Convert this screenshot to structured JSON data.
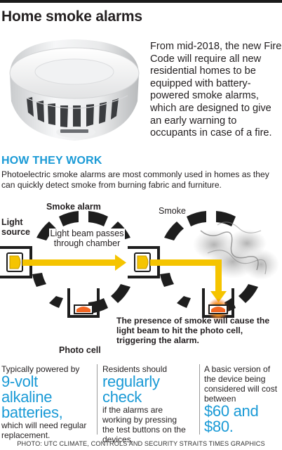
{
  "title": "Home smoke alarms",
  "intro": "From mid-2018, the new Fire Code will require all new residential homes to be equipped with battery-powered smoke alarms, which are designed to give an early warning to occupants in case of a fire.",
  "section": {
    "heading": "HOW THEY WORK",
    "subtitle": "Photoelectric smoke alarms are most commonly used in homes as they can quickly detect smoke from burning fabric and furniture."
  },
  "diagram": {
    "smoke_alarm_label": "Smoke alarm",
    "light_source_label": "Light source",
    "beam_label": "Light beam passes through chamber",
    "smoke_label": "Smoke",
    "photo_cell_label": "Photo cell",
    "presence_caption": "The presence of smoke will cause the light beam to hit the photo cell, triggering the alarm.",
    "device_brand": "",
    "beam_color": "#f5c400",
    "cell_color": "#f26522"
  },
  "facts": [
    {
      "pre": "Typically powered by",
      "big": "9-volt alkaline batteries,",
      "post": "which will need regular replacement."
    },
    {
      "pre": "Residents should",
      "big": "regularly check",
      "post": "if the alarms are working by pressing the test buttons on the devices."
    },
    {
      "pre": "A basic version of the device being considered will cost between",
      "big": "$60 and $80.",
      "post": ""
    }
  ],
  "credit": "PHOTO: UTC CLIMATE, CONTROLS AND SECURITY   STRAITS TIMES GRAPHICS"
}
